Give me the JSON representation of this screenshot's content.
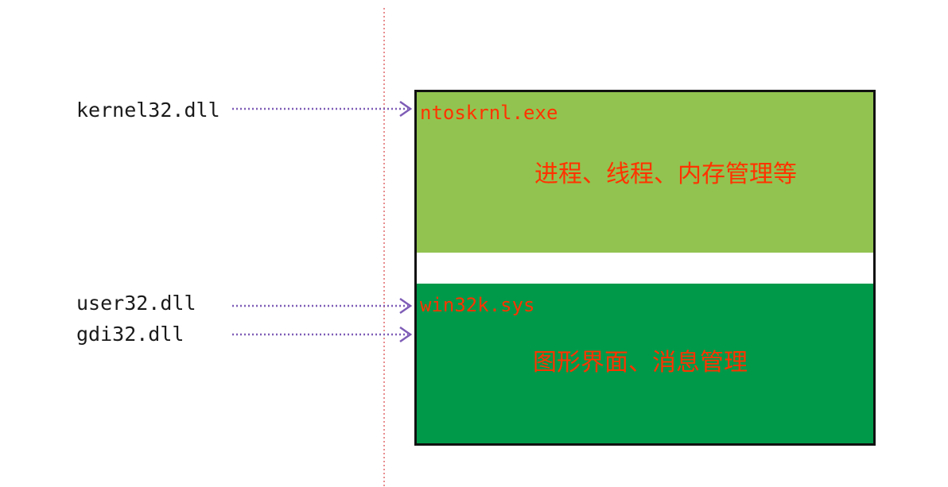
{
  "callers": {
    "kernel32": "kernel32.dll",
    "user32": "user32.dll",
    "gdi32": "gdi32.dll"
  },
  "kernel": {
    "ntoskrnl": {
      "name": "ntoskrnl.exe",
      "description": "进程、线程、内存管理等"
    },
    "win32k": {
      "name": "win32k.sys",
      "description": "图形界面、消息管理"
    }
  },
  "colors": {
    "ntoskrnl_fill": "#92c350",
    "win32k_fill": "#00994a",
    "label_text": "#ff3300",
    "arrow": "#7e5cb6",
    "divider": "#e0696b",
    "border": "#111111"
  },
  "icons": {
    "arrow": "dotted-arrow-icon"
  }
}
